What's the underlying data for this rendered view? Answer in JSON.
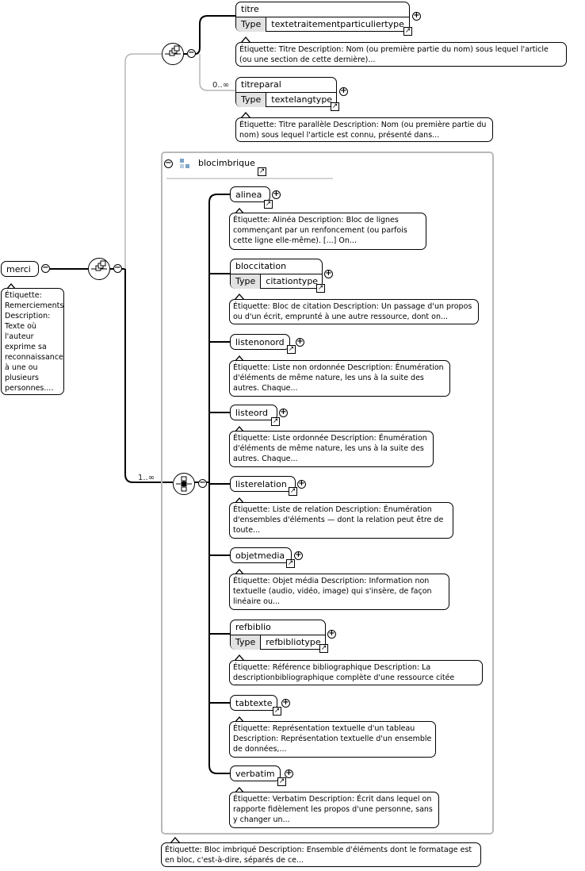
{
  "root": {
    "name": "merci",
    "note": "Étiquette: Remerciements Description: Texte où l'auteur exprime sa reconnaissance à une ou plusieurs personnes...."
  },
  "top_sequence": {
    "titre": {
      "name": "titre",
      "type_label": "Type",
      "type": "textetraitementparticuliertype",
      "note": "Étiquette: Titre Description: Nom (ou première partie du nom) sous lequel l'article (ou une section de cette dernière)..."
    },
    "titreparal": {
      "name": "titreparal",
      "cardinality": "0..∞",
      "type_label": "Type",
      "type": "textelangtype",
      "note": "Étiquette: Titre parallèle Description: Nom (ou première partie du nom) sous lequel l'article est connu, présenté dans..."
    }
  },
  "choice": {
    "cardinality": "1..∞"
  },
  "group": {
    "name": "blocimbrique",
    "note": "Étiquette: Bloc imbriqué Description: Ensemble d'éléments dont le formatage est en bloc, c'est-à-dire, séparés de ce...",
    "items": [
      {
        "name": "alinea",
        "note": "Étiquette: Alinéa Description: Bloc de lignes commençant par un renfoncement (ou parfois cette ligne elle-même). [...] On..."
      },
      {
        "name": "bloccitation",
        "type_label": "Type",
        "type": "citationtype",
        "note": "Étiquette: Bloc de citation Description: Un passage d'un propos ou d'un écrit, emprunté à une autre ressource, dont on..."
      },
      {
        "name": "listenonord",
        "note": "Étiquette: Liste non ordonnée Description: Énumération d'éléments de même nature, les uns à la suite des autres. Chaque..."
      },
      {
        "name": "listeord",
        "note": "Étiquette: Liste ordonnée Description: Énumération d'éléments de même nature, les uns à la suite des autres. Chaque..."
      },
      {
        "name": "listerelation",
        "note": "Étiquette: Liste de relation Description: Énumération d'ensembles d'éléments — dont la relation peut être de toute..."
      },
      {
        "name": "objetmedia",
        "note": "Étiquette: Objet média Description: Information non textuelle (audio, vidéo, image) qui s'insère, de façon linéaire ou..."
      },
      {
        "name": "refbiblio",
        "type_label": "Type",
        "type": "refbibliotype",
        "note": "Étiquette: Référence bibliographique Description: La descriptionbibliographique complète d'une ressource citée dans..."
      },
      {
        "name": "tabtexte",
        "note": "Étiquette: Représentation textuelle d'un tableau Description: Représentation textuelle d'un ensemble de données,..."
      },
      {
        "name": "verbatim",
        "note": "Étiquette: Verbatim Description: Écrit dans lequel on rapporte fidèlement les propos d'une personne, sans y changer un..."
      }
    ]
  }
}
